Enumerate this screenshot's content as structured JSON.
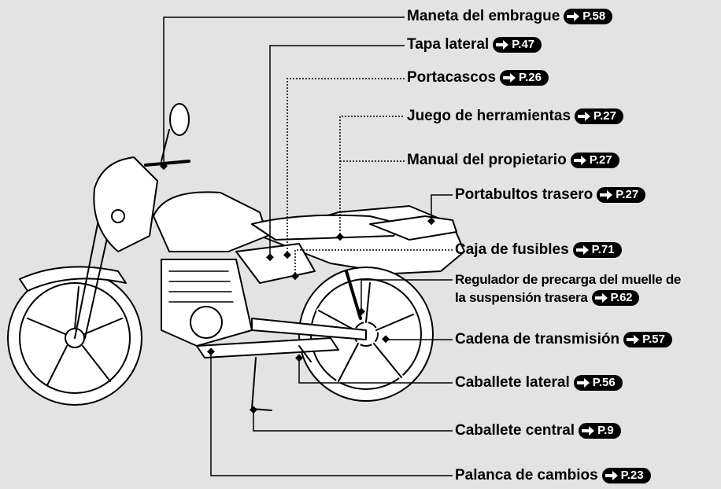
{
  "colors": {
    "background": "#e3e3e3",
    "ink": "#000000",
    "badge_text": "#ffffff"
  },
  "badge_icon": "arrow-right-icon",
  "callouts": [
    {
      "id": "maneta",
      "label": "Maneta del embrague",
      "page": "P.58"
    },
    {
      "id": "tapa",
      "label": "Tapa lateral",
      "page": "P.47"
    },
    {
      "id": "portacascos",
      "label": "Portacascos",
      "page": "P.26"
    },
    {
      "id": "juego",
      "label": "Juego de herramientas",
      "page": "P.27"
    },
    {
      "id": "manual",
      "label": "Manual del propietario",
      "page": "P.27"
    },
    {
      "id": "portabultos",
      "label": "Portabultos trasero",
      "page": "P.27"
    },
    {
      "id": "fusibles",
      "label": "Caja de fusibles",
      "page": "P.71"
    },
    {
      "id": "regulador",
      "label_line1": "Regulador de precarga del muelle de",
      "label_line2": "la suspensión trasera",
      "page": "P.62"
    },
    {
      "id": "cadena",
      "label": "Cadena de transmisión",
      "page": "P.57"
    },
    {
      "id": "caballete-lateral",
      "label": "Caballete lateral",
      "page": "P.56"
    },
    {
      "id": "caballete-central",
      "label": "Caballete central",
      "page": "P.9"
    },
    {
      "id": "palanca",
      "label": "Palanca de cambios",
      "page": "P.23"
    }
  ]
}
